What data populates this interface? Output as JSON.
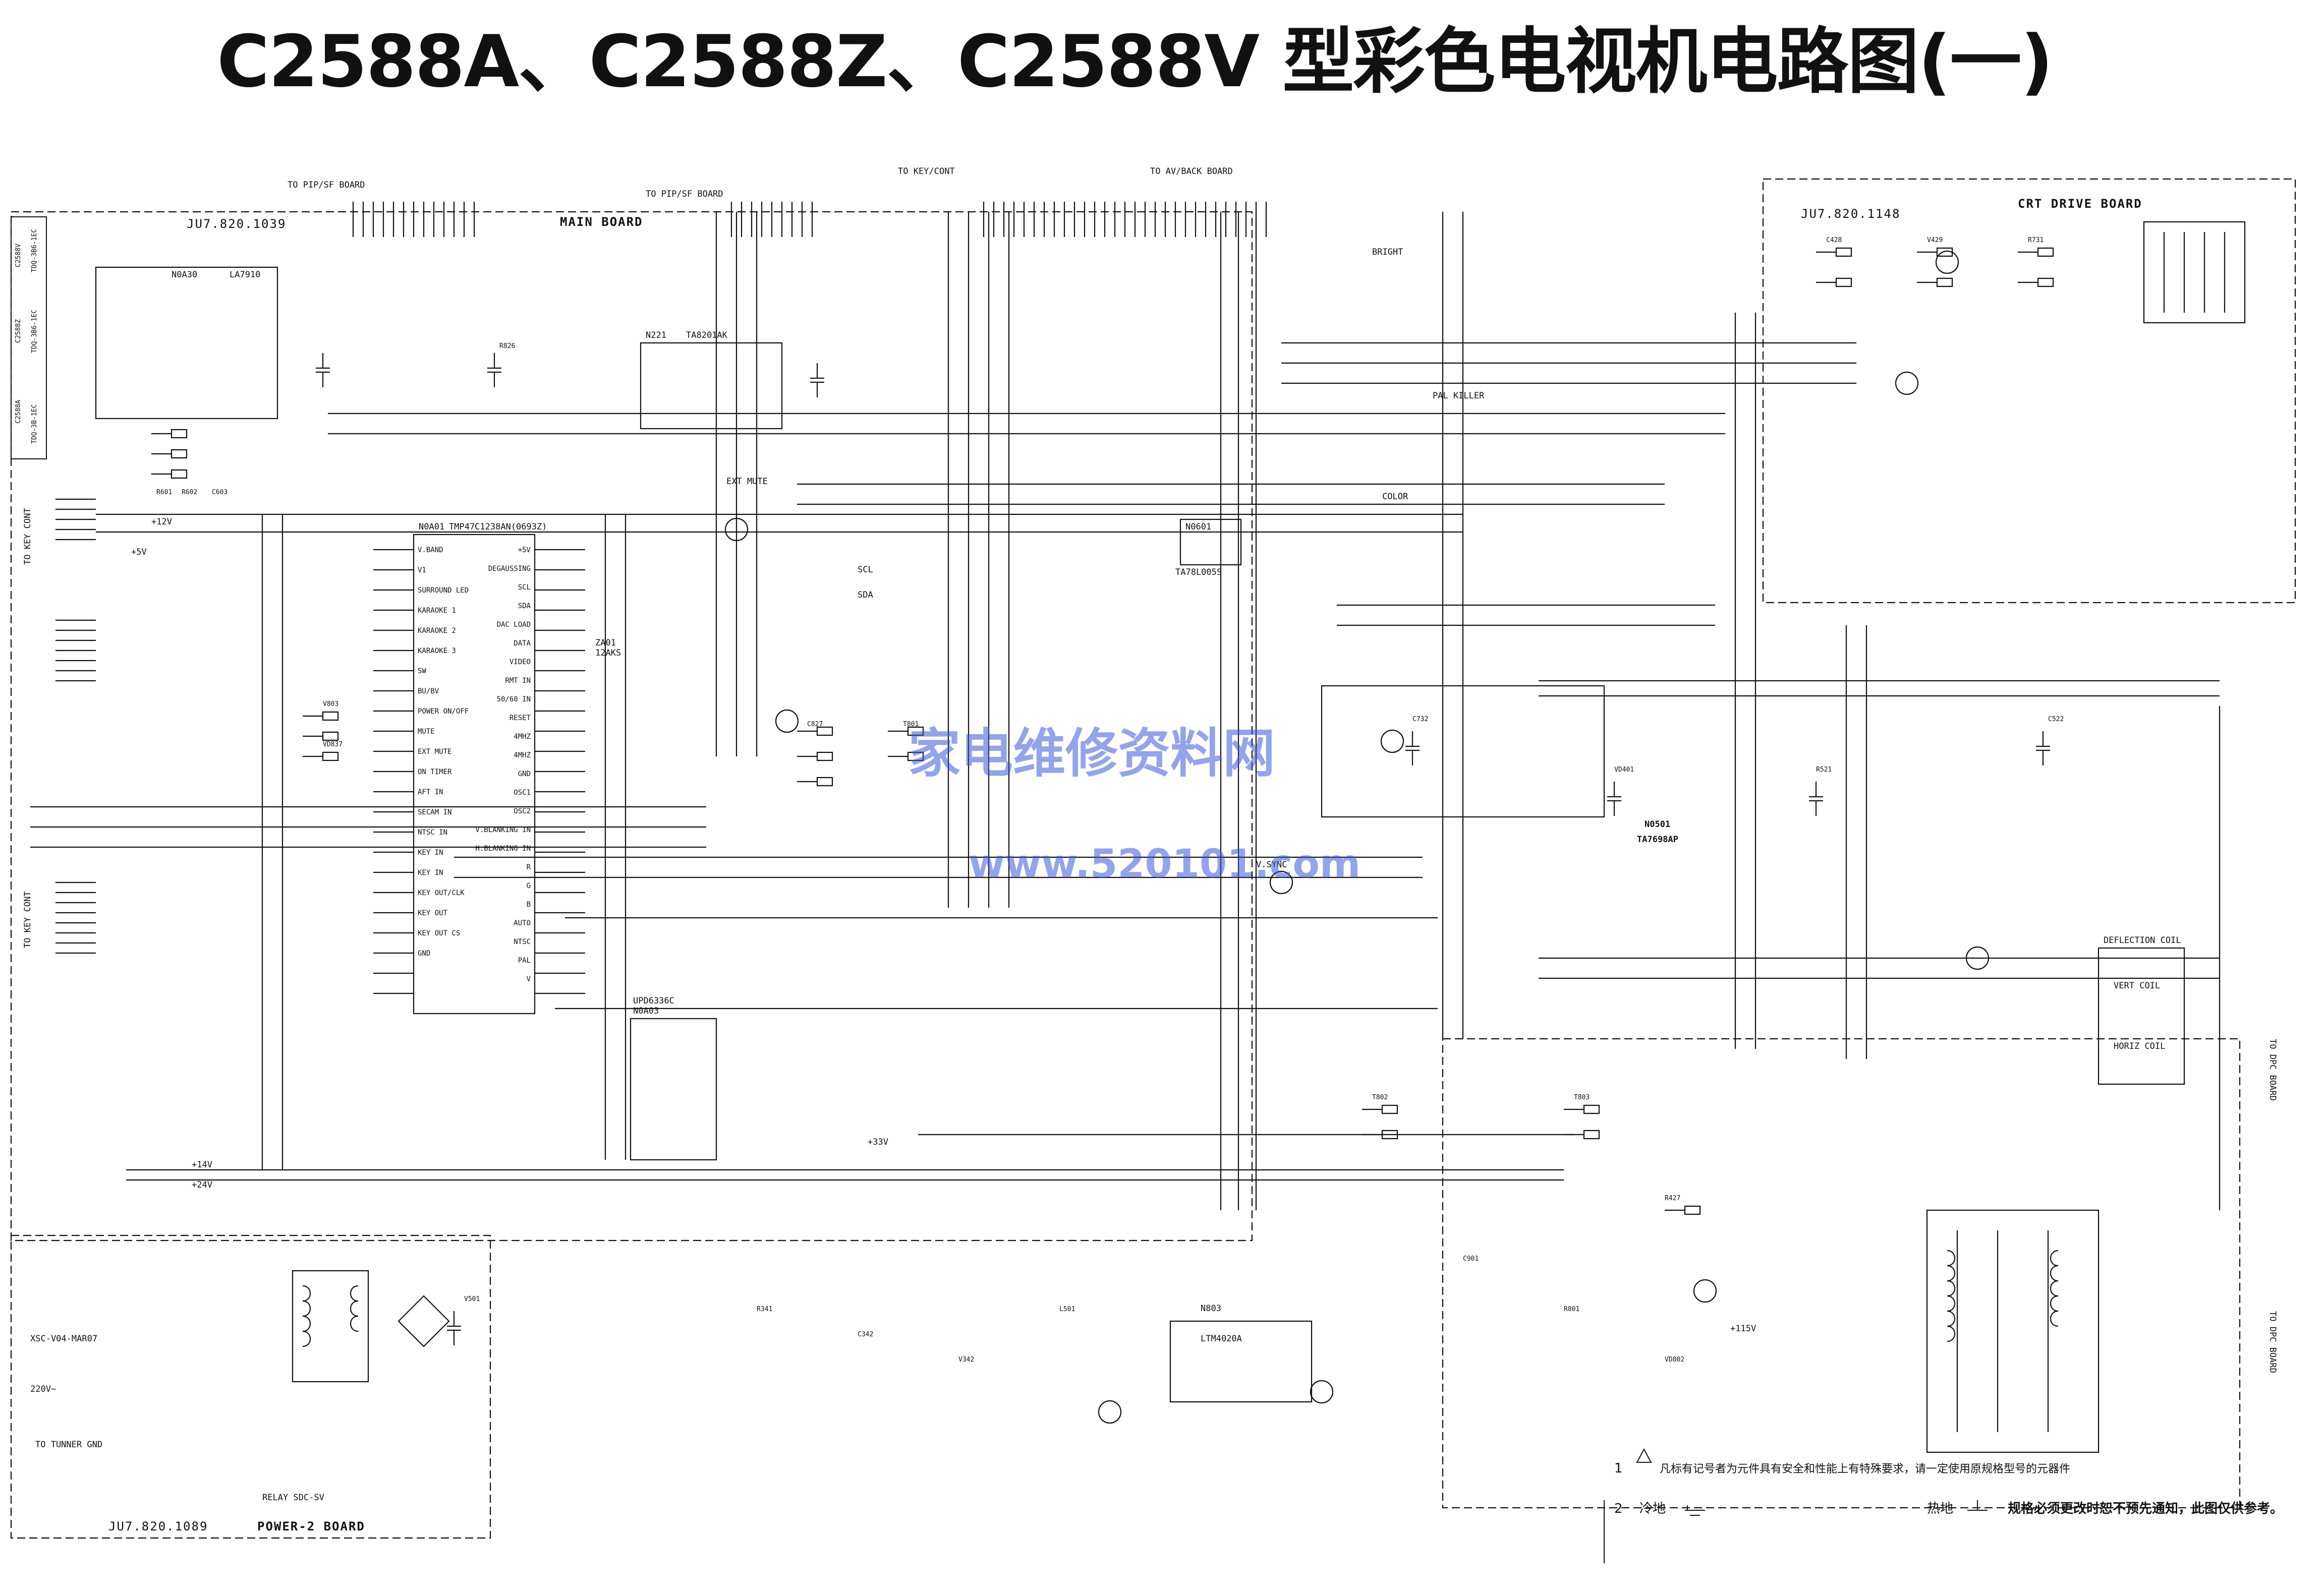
{
  "title": "C2588A、C2588Z、C2588V 型彩色电视机电路图(一)",
  "watermark": {
    "cn": "家电维修资料网",
    "url": "www.520101.com",
    "color": "#3a5ad6"
  },
  "boards": {
    "main": "MAIN BOARD",
    "main_code": "JU7.820.1039",
    "crt": "CRT DRIVE BOARD",
    "crt_code": "JU7.820.1148",
    "power": "POWER-2 BOARD",
    "power_code": "JU7.820.1089"
  },
  "connectors": {
    "pip_sf_1": "TO PIP/SF BOARD",
    "pip_sf_2": "TO PIP/SF BOARD",
    "key_cont": "TO KEY/CONT",
    "av_back": "TO AV/BACK BOARD",
    "key_cont_left1": "TO KEY CONT",
    "key_cont_left2": "TO KEY CONT",
    "tuner_gnd": "TO TUNNER GND",
    "dpc_1": "TO DPC BOARD",
    "dpc_2": "TO DPC BOARD"
  },
  "model_box": [
    "C2588V",
    "TDQ-3B6-1EC",
    "C2588Z",
    "TDQ-3B6-1EC",
    "C2588A",
    "TDQ-3B-1EC"
  ],
  "chips": {
    "tuner_if": {
      "ref": "N0A30",
      "part": "LA7910"
    },
    "micro": {
      "ref": "N0A01",
      "part": "TMP47C1238AN(0693Z)",
      "pins_left": [
        "V.BAND",
        "V1",
        "SURROUND LED",
        "KARAOKE 1",
        "KARAOKE 2",
        "KARAOKE 3",
        "SW",
        "BU/BV",
        "POWER ON/OFF",
        "MUTE",
        "EXT MUTE",
        "ON TIMER",
        "AFT IN",
        "SECAM IN",
        "NTSC IN",
        "KEY IN",
        "KEY IN",
        "KEY OUT/CLK",
        "KEY OUT",
        "KEY OUT CS",
        "GND"
      ],
      "pins_right": [
        "+5V",
        "DEGAUSSING",
        "SCL",
        "SDA",
        "DAC LOAD",
        "DATA",
        "VIDEO",
        "RMT IN",
        "50/60 IN",
        "RESET",
        "4MHZ",
        "4MHZ",
        "GND",
        "OSC1",
        "OSC2",
        "V.BLANKING IN",
        "H.BLANKING IN",
        "R",
        "G",
        "B",
        "AUTO",
        "NTSC",
        "PAL",
        "V"
      ]
    },
    "memory": {
      "ref": "N0A03",
      "part": "UPD6336C"
    },
    "audio_amp": {
      "ref": "N221",
      "part": "TA8201AK"
    },
    "video_proc": {
      "ref": "N0501",
      "part": "TA7698AP"
    },
    "regulator": {
      "ref": "N0601",
      "part": "TA78L005S"
    },
    "dc_reg": {
      "ref": "N803",
      "part": "LTM4020A"
    },
    "ic_zn": {
      "ref": "ZA01",
      "part": "12AKS"
    }
  },
  "labels": {
    "pal_killer": "PAL KILLER",
    "bright": "BRIGHT",
    "color": "COLOR",
    "ext_mute": "EXT MUTE",
    "sync": "V.SYNC",
    "deflection": "DEFLECTION COIL",
    "vert": "VERT COIL",
    "horiz": "HORIZ COIL",
    "relay": "RELAY SDC-SV",
    "sda": "SDA",
    "scl": "SCL",
    "rf_in": "XSC-V04-MAR07",
    "mains": "220V~"
  },
  "rails": [
    "+12V",
    "+14V",
    "+24V",
    "+5V",
    "+115V",
    "+33V"
  ],
  "components_sample": [
    "R601",
    "R602",
    "C603",
    "V803",
    "VD837",
    "R826",
    "C827",
    "T801",
    "T802",
    "T803",
    "R427",
    "C428",
    "V429",
    "R731",
    "C732",
    "VD401",
    "R521",
    "C522",
    "V501",
    "R341",
    "C342",
    "V342",
    "L501",
    "C901",
    "R801",
    "VD802"
  ],
  "notes": {
    "n1_idx": "1",
    "n1": "凡标有记号者为元件具有安全和性能上有特殊要求，请一定使用原规格型号的元器件",
    "n2_idx": "2",
    "n2_a": "冷地",
    "n2_b": "热地",
    "disclaimer": "规格必须更改时恕不预先通知，此图仅供参考。"
  }
}
